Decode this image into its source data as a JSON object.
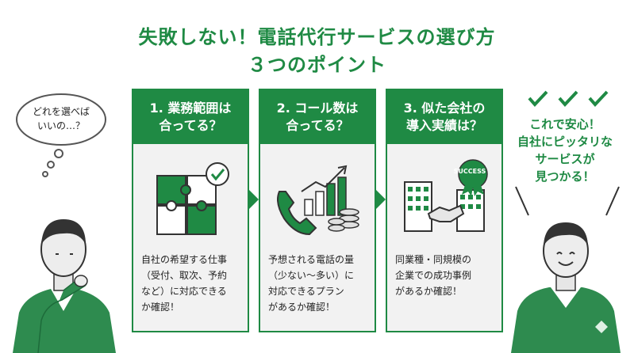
{
  "title": {
    "line1": "失敗しない！電話代行サービスの選び方",
    "line2": "３つのポイント"
  },
  "thought_bubble": {
    "line1": "どれを選べば",
    "line2": "いいの…？"
  },
  "cards": [
    {
      "title_line1": "1. 業務範囲は",
      "title_line2": "合ってる？",
      "icon": "puzzle-check-icon",
      "desc_line1": "自社の希望する仕事",
      "desc_line2": "（受付、取次、予約",
      "desc_line3": "など）に対応できる",
      "desc_line4": "か確認！"
    },
    {
      "title_line1": "2. コール数は",
      "title_line2": "合ってる？",
      "icon": "phone-growth-chart-icon",
      "desc_line1": "予想される電話の量",
      "desc_line2": "（少ない〜多い）に",
      "desc_line3": "対応できるプラン",
      "desc_line4": "があるか確認！"
    },
    {
      "title_line1": "3. 似た会社の",
      "title_line2": "導入実績は？",
      "icon": "buildings-handshake-icon",
      "badge": "SUCCESS",
      "desc_line1": "同業種・同規模の",
      "desc_line2": "企業での成功事例",
      "desc_line3": "があるか確認！"
    }
  ],
  "result": {
    "line1": "これで安心！",
    "line2": "自社にピッタリな",
    "line3": "サービスが",
    "line4": "見つかる！"
  },
  "colors": {
    "accent": "#1f8a44",
    "card_bg": "#f2f2f2",
    "text": "#222222"
  }
}
